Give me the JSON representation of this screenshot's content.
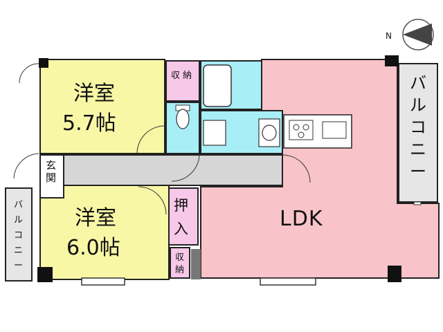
{
  "compass": {
    "north_label": "N"
  },
  "rooms": {
    "bedroom1": {
      "name": "洋室",
      "size": "5.7帖",
      "color": "#f7f7a6"
    },
    "bedroom2": {
      "name": "洋室",
      "size": "6.0帖",
      "color": "#f7f7a6"
    },
    "ldk": {
      "name": "LDK",
      "color": "#f9c4c9"
    },
    "storage_top": {
      "label1": "収",
      "label2": "納",
      "color": "#f7c8e8"
    },
    "closet": {
      "label1": "押",
      "label2": "入",
      "color": "#f7c8e8"
    },
    "storage_bottom": {
      "label1": "収",
      "label2": "納",
      "color": "#f7c8e8"
    },
    "entrance": {
      "label1": "玄",
      "label2": "関"
    },
    "wet_color": "#a8eef7",
    "hall_color": "#d6d6d6"
  },
  "balconies": {
    "right": [
      "バ",
      "ル",
      "コ",
      "ニ",
      "ー"
    ],
    "left": [
      "バ",
      "ル",
      "コ",
      "ニ",
      "ー"
    ]
  }
}
